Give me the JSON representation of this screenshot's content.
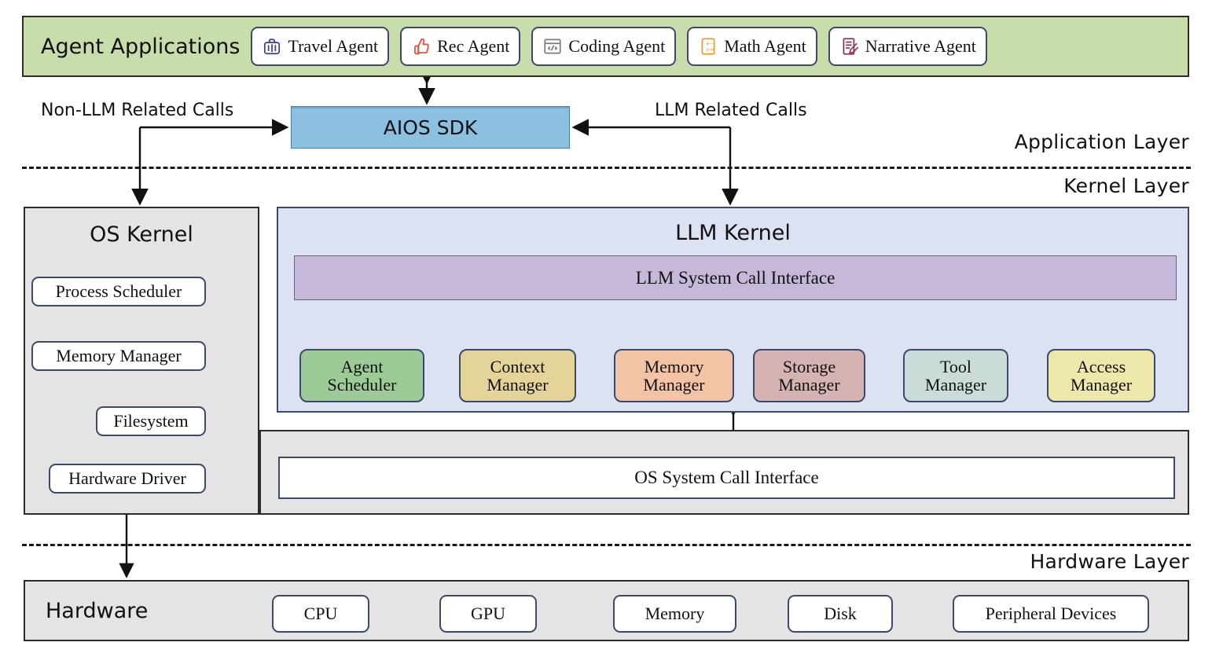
{
  "application_layer": {
    "strip_title": "Agent Applications",
    "strip_color": "#c9dcab",
    "agents": [
      {
        "label": "Travel Agent",
        "icon": "suitcase-icon",
        "icon_color": "#3b3f8f"
      },
      {
        "label": "Rec Agent",
        "icon": "thumbs-up-icon",
        "icon_color": "#e2553a"
      },
      {
        "label": "Coding Agent",
        "icon": "code-window-icon",
        "icon_color": "#7c7c7c"
      },
      {
        "label": "Math Agent",
        "icon": "calculator-icon",
        "icon_color": "#f2982f"
      },
      {
        "label": "Narrative Agent",
        "icon": "document-pen-icon",
        "icon_color": "#8e2f55"
      }
    ],
    "sdk": {
      "label": "AIOS SDK",
      "color": "#8cc0e0"
    },
    "edge_labels": {
      "left": "Non-LLM Related Calls",
      "right": "LLM Related Calls"
    },
    "layer_label": "Application Layer"
  },
  "kernel_layer": {
    "layer_label": "Kernel Layer",
    "os_kernel": {
      "title": "OS Kernel",
      "panel_color": "#e4e4e4",
      "components": [
        {
          "label": "Process Scheduler"
        },
        {
          "label": "Memory Manager"
        },
        {
          "label": "Filesystem"
        },
        {
          "label": "Hardware Driver"
        }
      ]
    },
    "llm_kernel": {
      "title": "LLM Kernel",
      "panel_color": "#dde2f2",
      "syscall_interface": {
        "label": "LLM System Call Interface",
        "color": "#c5b8d8"
      },
      "managers": [
        {
          "line1": "Agent",
          "line2": "Scheduler",
          "color": "#9ccb97"
        },
        {
          "line1": "Context",
          "line2": "Manager",
          "color": "#e5d49a"
        },
        {
          "line1": "Memory",
          "line2": "Manager",
          "color": "#f3c3a6"
        },
        {
          "line1": "Storage",
          "line2": "Manager",
          "color": "#d6b3b3"
        },
        {
          "line1": "Tool",
          "line2": "Manager",
          "color": "#c9dcd8"
        },
        {
          "line1": "Access",
          "line2": "Manager",
          "color": "#eee7ab"
        }
      ]
    },
    "os_syscall_interface": {
      "label": "OS System Call Interface"
    }
  },
  "hardware_layer": {
    "layer_label": "Hardware Layer",
    "title": "Hardware",
    "panel_color": "#e4e4e4",
    "components": [
      {
        "label": "CPU"
      },
      {
        "label": "GPU"
      },
      {
        "label": "Memory"
      },
      {
        "label": "Disk"
      },
      {
        "label": "Peripheral Devices"
      }
    ]
  }
}
